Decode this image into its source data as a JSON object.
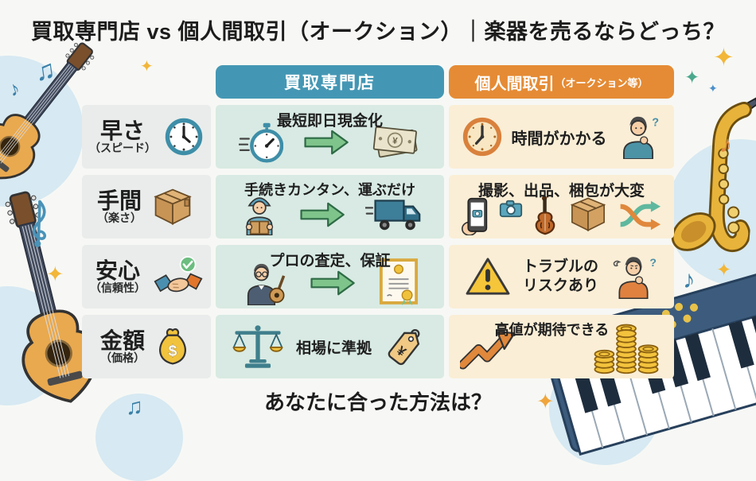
{
  "title": "買取専門店 vs 個人間取引（オークション）｜楽器を売るならどっち？",
  "footer_question": "あなたに合った方法は？",
  "columns": {
    "buyback": {
      "label": "買取専門店",
      "color": "#4497b4"
    },
    "auction": {
      "label": "個人間取引",
      "sublabel": "（オークション等）",
      "color": "#e58b35"
    }
  },
  "rows": [
    {
      "label": "早さ",
      "sublabel": "（スピード）",
      "label_icon": "clock-icon",
      "buyback": {
        "text": "最短即日現金化",
        "icons": [
          "stopwatch-icon",
          "green-arrow-right-icon",
          "money-bills-icon"
        ]
      },
      "auction": {
        "text": "時間がかかる",
        "icons": [
          "wall-clock-icon",
          "thinking-person-icon"
        ]
      }
    },
    {
      "label": "手間",
      "sublabel": "（楽さ）",
      "label_icon": "cardboard-box-icon",
      "buyback": {
        "text": "手続きカンタン、運ぶだけ",
        "icons": [
          "delivery-worker-icon",
          "green-arrow-right-icon",
          "truck-icon"
        ]
      },
      "auction": {
        "text": "撮影、出品、梱包が大変",
        "icons": [
          "phone-camera-icon",
          "camera-icon",
          "violin-icon",
          "cardboard-box-icon",
          "shuffle-arrows-icon"
        ]
      }
    },
    {
      "label": "安心",
      "sublabel": "（信頼性）",
      "label_icon": "handshake-check-icon",
      "buyback": {
        "text": "プロの査定、保証",
        "icons": [
          "appraiser-icon",
          "green-arrow-right-icon",
          "certificate-icon"
        ]
      },
      "auction": {
        "text": "トラブルの",
        "text2": "リスクあり",
        "icons": [
          "warning-triangle-icon",
          "worried-person-icon"
        ]
      }
    },
    {
      "label": "金額",
      "sublabel": "（価格）",
      "label_icon": "money-bag-icon",
      "buyback": {
        "text": "相場に準拠",
        "icons": [
          "balance-scale-icon",
          "price-tag-icon"
        ]
      },
      "auction": {
        "text": "高値が期待できる",
        "icons": [
          "rising-arrow-icon",
          "coin-stacks-icon"
        ]
      }
    }
  ],
  "glyphs": {
    "yen": "¥",
    "dollar": "$",
    "question": "?",
    "note_single": "♪",
    "note_beamed": "♫",
    "sparkle": "✦"
  },
  "colors": {
    "buyback_header": "#4497b4",
    "auction_header": "#e58b35",
    "buyback_cell": "#d8eae3",
    "auction_cell": "#faeed6",
    "label_cell": "#e9eceb",
    "arrow_green": "#7fc48b",
    "gold": "#f0c23c",
    "background": "#f7f8f5",
    "blob_blue": "#d7e9f2"
  },
  "decorations": [
    "acoustic-guitar",
    "acoustic-guitar",
    "saxophone",
    "keyboard-synth",
    "treble-clef",
    "music-notes",
    "sparkles"
  ]
}
